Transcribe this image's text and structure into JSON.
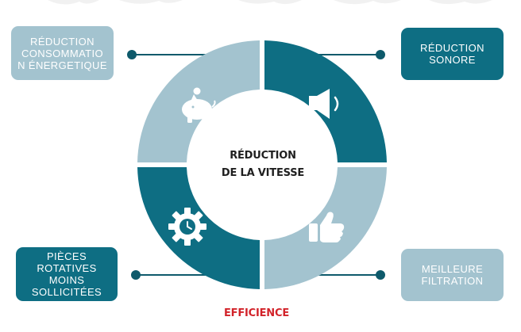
{
  "center": {
    "line1": "RÉDUCTION",
    "line2": "DE LA VITESSE"
  },
  "benefits": {
    "top_left": "RÉDUCTION\nCONSOMMATIO\nN ÉNERGETIQUE",
    "top_right": "RÉDUCTION\nSONORE",
    "bottom_left": "PIÈCES\nROTATIVES\nMOINS\nSOLLICITÉES",
    "bottom_right": "MEILLEURE\nFILTRATION"
  },
  "footer": {
    "label": "EFFICIENCE"
  },
  "icons": {
    "top_left": "piggy-bank-icon",
    "top_right": "speaker-icon",
    "bottom_left": "gear-clock-icon",
    "bottom_right": "thumbs-up-icon"
  },
  "colors": {
    "dark_teal": "#0e6e83",
    "light_teal": "#a3c3cf",
    "accent_red": "#d2232a",
    "text_dark": "#1f1f1f"
  }
}
